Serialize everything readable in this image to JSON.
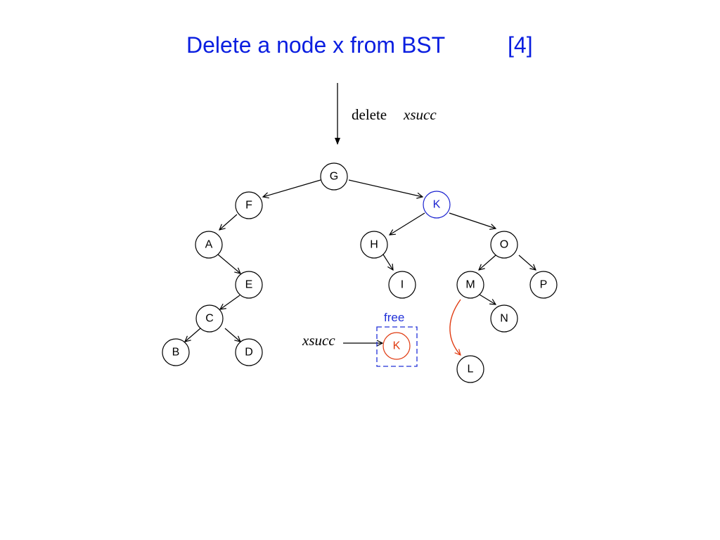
{
  "title": {
    "main": "Delete a node x from BST",
    "number": "[4]"
  },
  "operation": {
    "verb": "delete",
    "var": "xsucc"
  },
  "pointer_label": "xsucc",
  "free_label": "free",
  "colors": {
    "title": "#0a1ee0",
    "highlight": "#1a22d0",
    "freed": "#e03a10",
    "free_box": "#2030d8",
    "default": "#000000"
  },
  "nodes": {
    "G": "G",
    "F": "F",
    "K": "K",
    "A": "A",
    "H": "H",
    "O": "O",
    "E": "E",
    "I": "I",
    "M": "M",
    "P": "P",
    "C": "C",
    "N": "N",
    "B": "B",
    "D": "D",
    "L": "L",
    "K_freed": "K"
  }
}
